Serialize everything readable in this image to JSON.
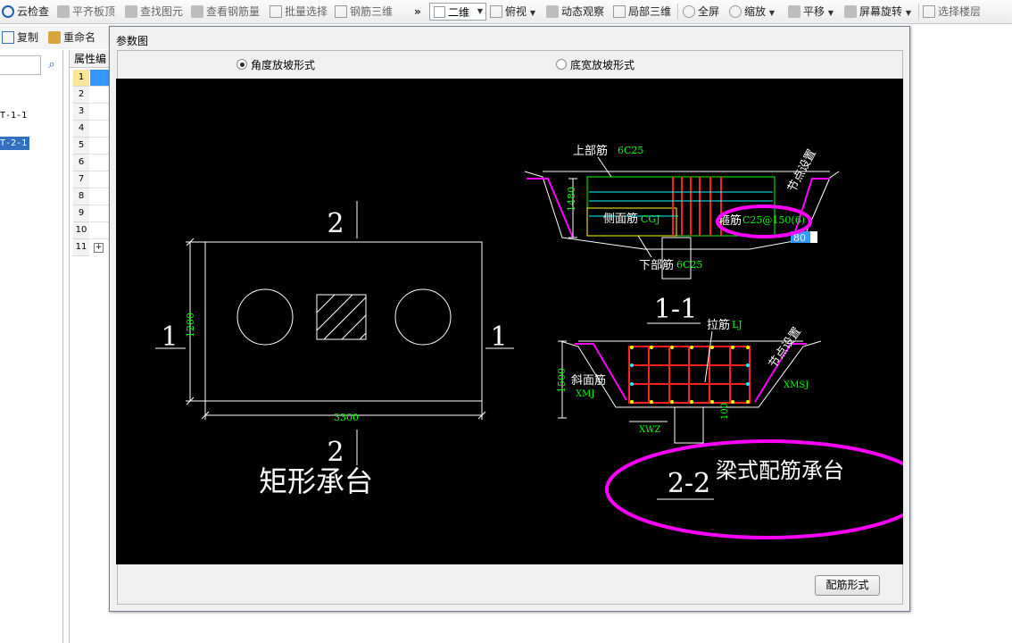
{
  "toolbar": {
    "cloud_check": "云检查",
    "align_top": "平齐板顶",
    "find_element": "查找图元",
    "view_rebar": "查看钢筋量",
    "batch_select": "批量选择",
    "rebar_3d": "钢筋三维",
    "overflow": "»",
    "view_mode": "二维",
    "top_view": "俯视",
    "dynamic_view": "动态观察",
    "local_3d": "局部三维",
    "fullscreen": "全屏",
    "zoom": "缩放",
    "pan": "平移",
    "rotate_screen": "屏幕旋转",
    "select_floor": "选择楼层"
  },
  "toolbar2": {
    "copy": "复制",
    "rename": "重命名"
  },
  "left_tree": {
    "items": [
      "T-1-1",
      "T-2-1"
    ],
    "selected_index": 1
  },
  "properties": {
    "header": "属性编",
    "rows": [
      "1",
      "2",
      "3",
      "4",
      "5",
      "6",
      "7",
      "8",
      "9",
      "10",
      "11"
    ],
    "selected_row": "1",
    "expander": "+"
  },
  "dialog": {
    "title": "参数图",
    "radio_angle": "角度放坡形式",
    "radio_bottom_width": "底宽放坡形式",
    "selected": "angle",
    "button": "配筋形式"
  },
  "drawing": {
    "rect_cap": {
      "section_top": "2",
      "section_bottom": "2",
      "section_left": "1",
      "section_right": "1",
      "dim_height": "1200",
      "dim_width": "3300",
      "caption": "矩形承台"
    },
    "section_1_1": {
      "top_rebar_label": "上部筋",
      "top_rebar_code": "6C25",
      "height": "1480",
      "side_rebar_label": "侧面筋",
      "side_rebar_code": "CGJ",
      "stirrup_label": "箍筋",
      "stirrup_code": "C25@150(6)",
      "bottom_rebar_label": "下部筋",
      "bottom_rebar_code": "6C25",
      "node_setting": "节点设置",
      "highlight_value": "80",
      "caption": "1-1"
    },
    "section_2_2": {
      "tie_label": "拉筋",
      "tie_code": "LJ",
      "height": "1500",
      "slope_label": "斜面筋",
      "slope_code": "XMJ",
      "slope_code_right": "XMSJ",
      "xwz": "XWZ",
      "dim_100": "100",
      "node_setting": "节点设置",
      "caption": "2-2",
      "beam_cap": "梁式配筋承台"
    },
    "colors": {
      "line": "#ffffff",
      "label": "#00ff00",
      "rebar": "#ff2020",
      "highlight": "#ff00ff",
      "yellow": "#ffff00",
      "cyan": "#00ffff"
    }
  }
}
